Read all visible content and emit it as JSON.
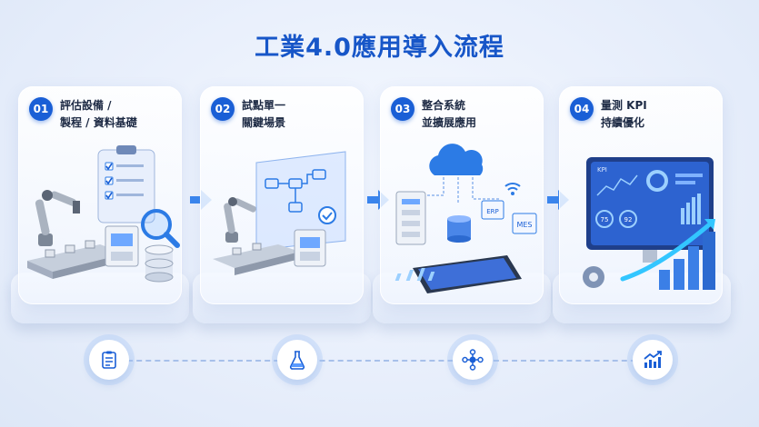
{
  "title": "工業4.0應用導入流程",
  "steps": [
    {
      "num": "01",
      "line1": "評估設備 /",
      "line2": "製程 / 資料基礎",
      "icon": "clipboard-icon"
    },
    {
      "num": "02",
      "line1": "試點單一",
      "line2": "關鍵場景",
      "icon": "flask-icon"
    },
    {
      "num": "03",
      "line1": "整合系統",
      "line2": "並擴展應用",
      "icon": "network-icon"
    },
    {
      "num": "04",
      "line1": "量測 KPI",
      "line2": "持續優化",
      "icon": "trend-chart-icon"
    }
  ],
  "labels": {
    "erp": "ERP",
    "mes": "MES",
    "kpi": "KPI",
    "gauge1": "75",
    "gauge2": "92"
  },
  "colors": {
    "primary": "#1a5fd6",
    "title": "#1756c8",
    "arrow": "#3b86ee"
  }
}
